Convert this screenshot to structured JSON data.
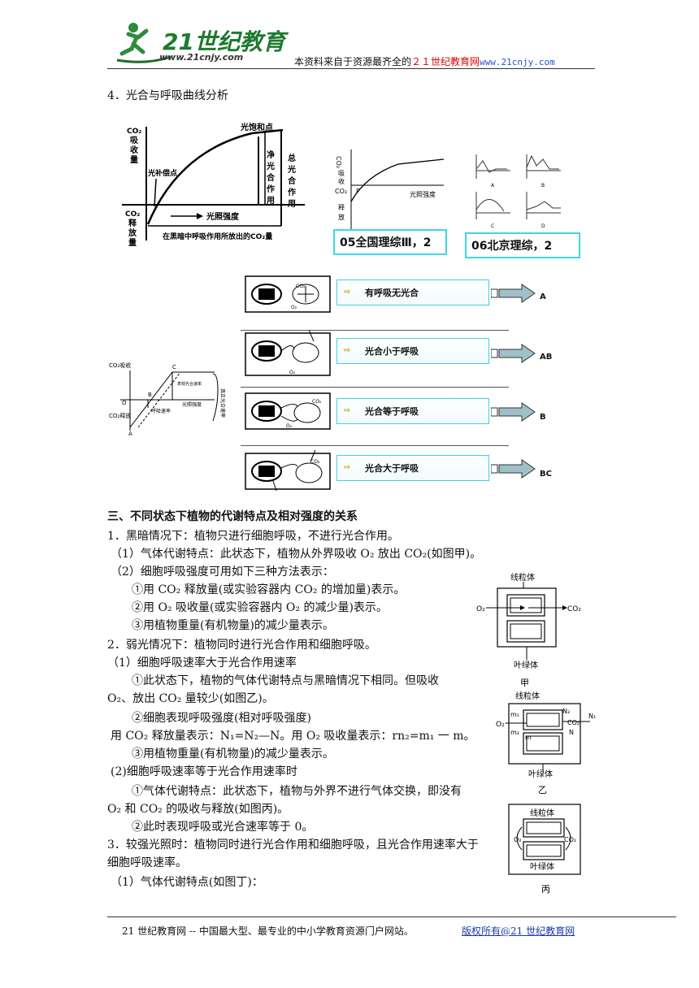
{
  "header": {
    "logo_main": "21世纪教育",
    "logo_url": "www.21cnjy.com",
    "tagline_prefix": "本资料来自于资源最齐全的",
    "tagline_brand": "２１世纪教育网",
    "tagline_url": "www.21cnjy.com"
  },
  "section4": {
    "title": "4．光合与呼吸曲线分析"
  },
  "fig1": {
    "y_top": "CO₂吸收量",
    "y_bottom": "CO₂释放量",
    "light_sat": "光饱和点",
    "light_comp": "光补偿点",
    "net": "净光合作用",
    "total": "总光合作用",
    "x_axis": "光照强度",
    "dark": "在黑暗中呼吸作用所放出的CO₂量"
  },
  "fig2": {
    "y_top": "CO₂吸收",
    "y_bottom": "CO₂释放",
    "p": "P",
    "x_axis": "光照强度",
    "source": "05全国理综Ⅲ，2"
  },
  "fig3": {
    "source": "06北京理综，2",
    "panels": [
      "A",
      "B",
      "C",
      "D"
    ]
  },
  "fig4": {
    "y_top": "CO₂吸收",
    "y_bottom": "CO₂释放",
    "point_c": "C",
    "point_a": "A",
    "point_b": "B",
    "origin": "O",
    "x_axis": "光照强度",
    "resp": "呼吸速率",
    "net": "表观光合速率",
    "true": "真正光合速率"
  },
  "states": [
    {
      "label": "有呼吸无光合",
      "result": "A"
    },
    {
      "label": "光合小于呼吸",
      "result": "AB"
    },
    {
      "label": "光合等于呼吸",
      "result": "B"
    },
    {
      "label": "光合大于呼吸",
      "result": "BC"
    }
  ],
  "section3": {
    "title": "三、不同状态下植物的代谢特点及相对强度的关系",
    "lines": [
      "1．黑暗情况下：植物只进行细胞呼吸，不进行光合作用。",
      "（1）气体代谢特点：此状态下，植物从外界吸收 O₂ 放出 CO₂(如图甲)。",
      "（2）细胞呼吸强度可用如下三种方法表示：",
      "①用 CO₂ 释放量(或实验容器内 CO₂ 的增加量)表示。",
      "②用 O₂ 吸收量(或实验容器内 O₂ 的减少量)表示。",
      "③用植物重量(有机物量)的减少量表示。",
      "2．弱光情况下：植物同时进行光合作用和细胞呼吸。",
      "（1）细胞呼吸速率大于光合作用速率",
      "①此状态下，植物的气体代谢特点与黑暗情况下相同。但吸收",
      "O₂、放出 CO₂ 量较少(如图乙)。",
      "②细胞表现呼吸强度(相对呼吸强度)",
      "用 CO₂ 释放量表示：N₁=N₂—N。用 O₂ 吸收量表示：rn₂=m₁ 一 m。",
      "③用植物重量(有机物量)的减少量表示。",
      "(2)细胞呼吸速率等于光合作用速率时",
      "①气体代谢特点：此状态下，植物与外界不进行气体交换，即没有",
      "O₂ 和 CO₂ 的吸收与释放(如图丙)。",
      "②此时表现呼吸或光合速率等于 0。",
      "3．较强光照时：植物同时进行光合作用和细胞呼吸，且光合作用速率大于",
      "细胞呼吸速率。",
      "（1）气体代谢特点(如图丁)："
    ]
  },
  "diagrams": {
    "jia": {
      "mito": "线粒体",
      "chloro": "叶绿体",
      "o2": "O₂",
      "co2": "CO₂",
      "caption": "甲"
    },
    "yi": {
      "mito": "线粒体",
      "chloro": "叶绿体",
      "o2": "O₂",
      "co2": "CO₂",
      "m1": "m₁",
      "m2": "m₂",
      "m": "m",
      "n2": "N₂",
      "n": "N",
      "n1": "N₁",
      "caption": "乙"
    },
    "bing": {
      "mito": "线粒体",
      "chloro": "叶绿体",
      "o2": "O₂",
      "co2": "CO₂",
      "caption": "丙"
    }
  },
  "footer": {
    "left": "21 世纪教育网 -- 中国最大型、最专业的中小学教育资源门户网站。",
    "right": "版权所有@21 世纪教育网"
  }
}
